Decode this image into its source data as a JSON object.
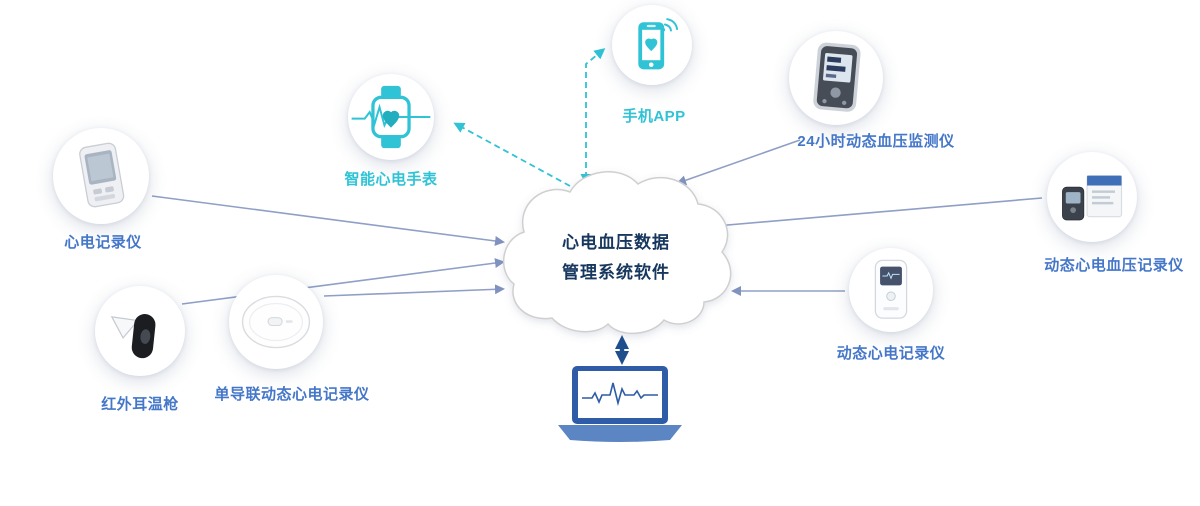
{
  "cloud": {
    "title_line1": "心电血压数据",
    "title_line2": "管理系统软件"
  },
  "devices": {
    "smart_watch": {
      "label": "智能心电手表"
    },
    "mobile_app": {
      "label": "手机APP"
    },
    "telemetry": {
      "label": "心电记录仪"
    },
    "ear_thermometer": {
      "label": "红外耳温枪"
    },
    "ecg_patch": {
      "label": "单导联动态心电记录仪"
    },
    "abpm": {
      "label": "24小时动态血压监测仪"
    },
    "bp_recorder": {
      "label": "动态心电血压记录仪"
    },
    "holter": {
      "label": "动态心电记录仪"
    }
  },
  "icons": {
    "watch": "smartwatch-ecg-icon",
    "phone": "smartphone-heart-icon",
    "laptop": "laptop-ecg-icon",
    "cloud": "cloud-shape"
  },
  "colors": {
    "teal": "#2fc3d5",
    "blue": "#4577c9",
    "navy": "#17375e",
    "connector": "#8f9fc5",
    "laptop_blue": "#2e5ca6"
  }
}
